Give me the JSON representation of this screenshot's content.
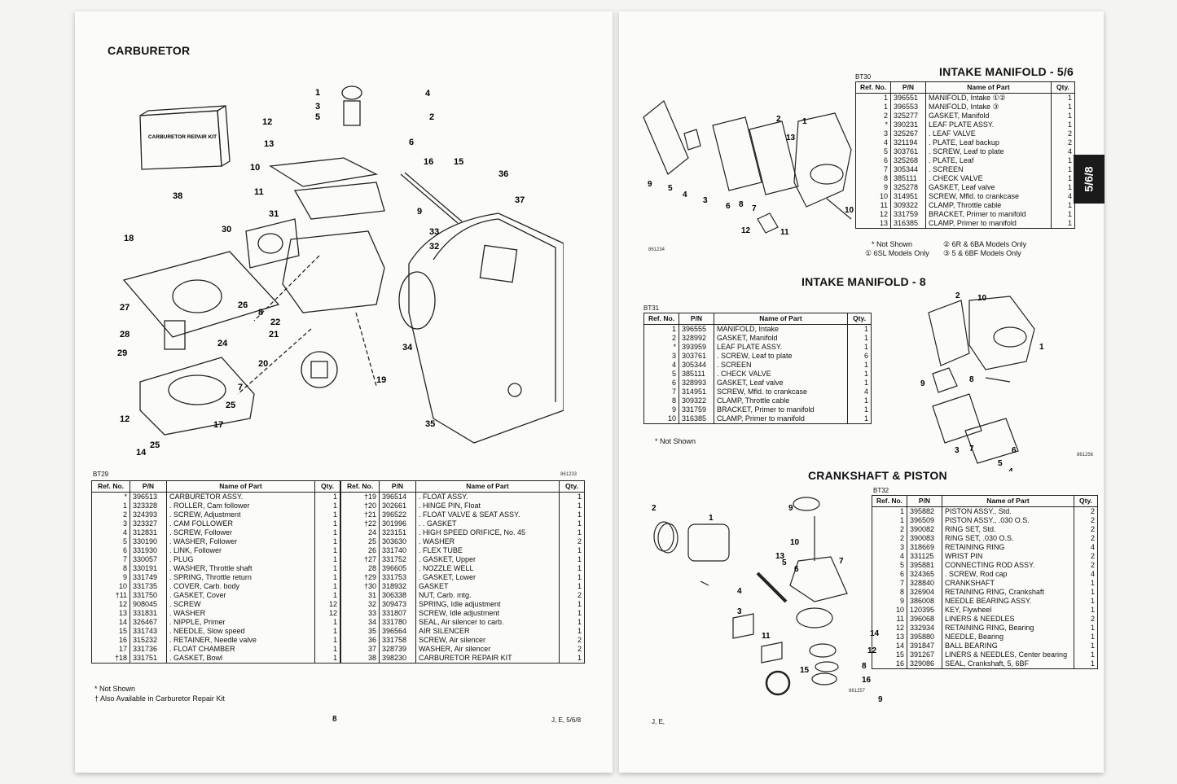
{
  "left_page": {
    "title": "CARBURETOR",
    "kit_label": "CARBURETOR REPAIR KIT",
    "diagram_code": "861233",
    "table_id": "BT29",
    "headers": [
      "Ref. No.",
      "P/N",
      "Name of Part",
      "Qty."
    ],
    "table_a": [
      [
        "*",
        "396513",
        "CARBURETOR ASSY.",
        "1"
      ],
      [
        "1",
        "323328",
        ". ROLLER, Cam follower",
        "1"
      ],
      [
        "2",
        "324393",
        ". SCREW, Adjustment",
        "1"
      ],
      [
        "3",
        "323327",
        ". CAM FOLLOWER",
        "1"
      ],
      [
        "4",
        "312831",
        ". SCREW, Follower",
        "1"
      ],
      [
        "5",
        "330190",
        ". WASHER, Follower",
        "1"
      ],
      [
        "6",
        "331930",
        ". LINK, Follower",
        "1"
      ],
      [
        "7",
        "330057",
        ". PLUG",
        "1"
      ],
      [
        "8",
        "330191",
        ". WASHER, Throttle shaft",
        "1"
      ],
      [
        "9",
        "331749",
        ". SPRING, Throttle return",
        "1"
      ],
      [
        "10",
        "331735",
        ". COVER, Carb. body",
        "1"
      ],
      [
        "†11",
        "331750",
        ". GASKET, Cover",
        "1"
      ],
      [
        "12",
        "908045",
        ". SCREW",
        "12"
      ],
      [
        "13",
        "331831",
        ". WASHER",
        "12"
      ],
      [
        "14",
        "326467",
        ". NIPPLE, Primer",
        "1"
      ],
      [
        "15",
        "331743",
        ". NEEDLE, Slow speed",
        "1"
      ],
      [
        "16",
        "315232",
        ". RETAINER, Needle valve",
        "1"
      ],
      [
        "17",
        "331736",
        ". FLOAT CHAMBER",
        "1"
      ],
      [
        "†18",
        "331751",
        ". GASKET, Bowl",
        "1"
      ]
    ],
    "table_b": [
      [
        "†19",
        "396514",
        ". FLOAT ASSY.",
        "1"
      ],
      [
        "†20",
        "302661",
        ". HINGE PIN, Float",
        "1"
      ],
      [
        "†21",
        "396522",
        ". FLOAT VALVE & SEAT ASSY.",
        "1"
      ],
      [
        "†22",
        "301996",
        ". . GASKET",
        "1"
      ],
      [
        "24",
        "323151",
        ". HIGH SPEED ORIFICE, No. 45",
        "1"
      ],
      [
        "25",
        "303630",
        ". WASHER",
        "2"
      ],
      [
        "26",
        "331740",
        ". FLEX TUBE",
        "1"
      ],
      [
        "†27",
        "331752",
        ". GASKET, Upper",
        "1"
      ],
      [
        "28",
        "396605",
        ". NOZZLE WELL",
        "1"
      ],
      [
        "†29",
        "331753",
        ". GASKET, Lower",
        "1"
      ],
      [
        "†30",
        "318932",
        "GASKET",
        "1"
      ],
      [
        "31",
        "306338",
        "NUT, Carb. mtg.",
        "2"
      ],
      [
        "32",
        "309473",
        "SPRING, Idle adjustment",
        "1"
      ],
      [
        "33",
        "331807",
        "SCREW, Idle adjustment",
        "1"
      ],
      [
        "34",
        "331780",
        "SEAL, Air silencer to carb.",
        "1"
      ],
      [
        "35",
        "396564",
        "AIR SILENCER",
        "1"
      ],
      [
        "36",
        "331758",
        "SCREW, Air silencer",
        "2"
      ],
      [
        "37",
        "328739",
        "WASHER, Air silencer",
        "2"
      ],
      [
        "38",
        "398230",
        "CARBURETOR REPAIR KIT",
        "1"
      ]
    ],
    "note1": "* Not Shown",
    "note2": "† Also Available in Carburetor Repair Kit",
    "page_number": "8",
    "page_code": "J, E, 5/6/8"
  },
  "right_page": {
    "title1": "INTAKE MANIFOLD - 5/6",
    "table1_id": "BT30",
    "diagram1_code": "861234",
    "table1": [
      [
        "1",
        "396551",
        "MANIFOLD, Intake ①②",
        "1"
      ],
      [
        "1",
        "396553",
        "MANIFOLD, Intake ③",
        "1"
      ],
      [
        "2",
        "325277",
        "GASKET, Manifold",
        "1"
      ],
      [
        "*",
        "390231",
        "LEAF PLATE ASSY.",
        "1"
      ],
      [
        "3",
        "325267",
        ". LEAF VALVE",
        "2"
      ],
      [
        "4",
        "321194",
        ". PLATE, Leaf backup",
        "2"
      ],
      [
        "5",
        "303761",
        ". SCREW, Leaf to plate",
        "4"
      ],
      [
        "6",
        "325268",
        ". PLATE, Leaf",
        "1"
      ],
      [
        "7",
        "305344",
        ". SCREEN",
        "1"
      ],
      [
        "8",
        "385111",
        ". CHECK VALVE",
        "1"
      ],
      [
        "9",
        "325278",
        "GASKET, Leaf valve",
        "1"
      ],
      [
        "10",
        "314951",
        "SCREW, Mfld. to crankcase",
        "4"
      ],
      [
        "11",
        "309322",
        "CLAMP, Throttle cable",
        "1"
      ],
      [
        "12",
        "331759",
        "BRACKET, Primer to manifold",
        "1"
      ],
      [
        "13",
        "316385",
        "CLAMP, Primer to manifold",
        "1"
      ]
    ],
    "notes1": [
      "* Not Shown",
      "② 6R & 6BA Models Only",
      "① 6SL Models Only",
      "③ 5 & 6BF Models Only"
    ],
    "title2": "INTAKE MANIFOLD - 8",
    "table2_id": "BT31",
    "diagram2_code": "861256",
    "table2": [
      [
        "1",
        "396555",
        "MANIFOLD, Intake",
        "1"
      ],
      [
        "2",
        "328992",
        "GASKET, Manifold",
        "1"
      ],
      [
        "*",
        "393959",
        "LEAF PLATE ASSY.",
        "1"
      ],
      [
        "3",
        "303761",
        ". SCREW, Leaf to plate",
        "6"
      ],
      [
        "4",
        "305344",
        ". SCREEN",
        "1"
      ],
      [
        "5",
        "385111",
        ". CHECK VALVE",
        "1"
      ],
      [
        "6",
        "328993",
        "GASKET, Leaf valve",
        "1"
      ],
      [
        "7",
        "314951",
        "SCREW, Mfld. to crankcase",
        "4"
      ],
      [
        "8",
        "309322",
        "CLAMP, Throttle cable",
        "1"
      ],
      [
        "9",
        "331759",
        "BRACKET, Primer to manifold",
        "1"
      ],
      [
        "10",
        "316385",
        "CLAMP, Primer to manifold",
        "1"
      ]
    ],
    "note2": "* Not Shown",
    "title3": "CRANKSHAFT & PISTON",
    "table3_id": "BT32",
    "diagram3_code": "861257",
    "table3": [
      [
        "1",
        "395882",
        "PISTON ASSY., Std.",
        "2"
      ],
      [
        "1",
        "396509",
        "PISTON ASSY., .030 O.S.",
        "2"
      ],
      [
        "2",
        "390082",
        "RING SET, Std.",
        "2"
      ],
      [
        "2",
        "390083",
        "RING SET, .030 O.S.",
        "2"
      ],
      [
        "3",
        "318669",
        "RETAINING RING",
        "4"
      ],
      [
        "4",
        "331125",
        "WRIST PIN",
        "2"
      ],
      [
        "5",
        "395881",
        "CONNECTING ROD ASSY.",
        "2"
      ],
      [
        "6",
        "324365",
        ". SCREW, Rod cap",
        "4"
      ],
      [
        "7",
        "328840",
        "CRANKSHAFT",
        "1"
      ],
      [
        "8",
        "326904",
        "RETAINING RING, Crankshaft",
        "1"
      ],
      [
        "9",
        "386008",
        "NEEDLE BEARING ASSY.",
        "1"
      ],
      [
        "10",
        "120395",
        "KEY, Flywheel",
        "1"
      ],
      [
        "11",
        "396068",
        "LINERS & NEEDLES",
        "2"
      ],
      [
        "12",
        "332934",
        "RETAINING RING, Bearing",
        "1"
      ],
      [
        "13",
        "395880",
        "NEEDLE, Bearing",
        "1"
      ],
      [
        "14",
        "391847",
        "BALL BEARING",
        "1"
      ],
      [
        "15",
        "391267",
        "LINERS & NEEDLES, Center bearing",
        "1"
      ],
      [
        "16",
        "329086",
        "SEAL, Crankshaft, 5, 6BF",
        "1"
      ]
    ],
    "page_number": "9",
    "page_code": "J, E,",
    "side_tab": "5/6/8"
  }
}
